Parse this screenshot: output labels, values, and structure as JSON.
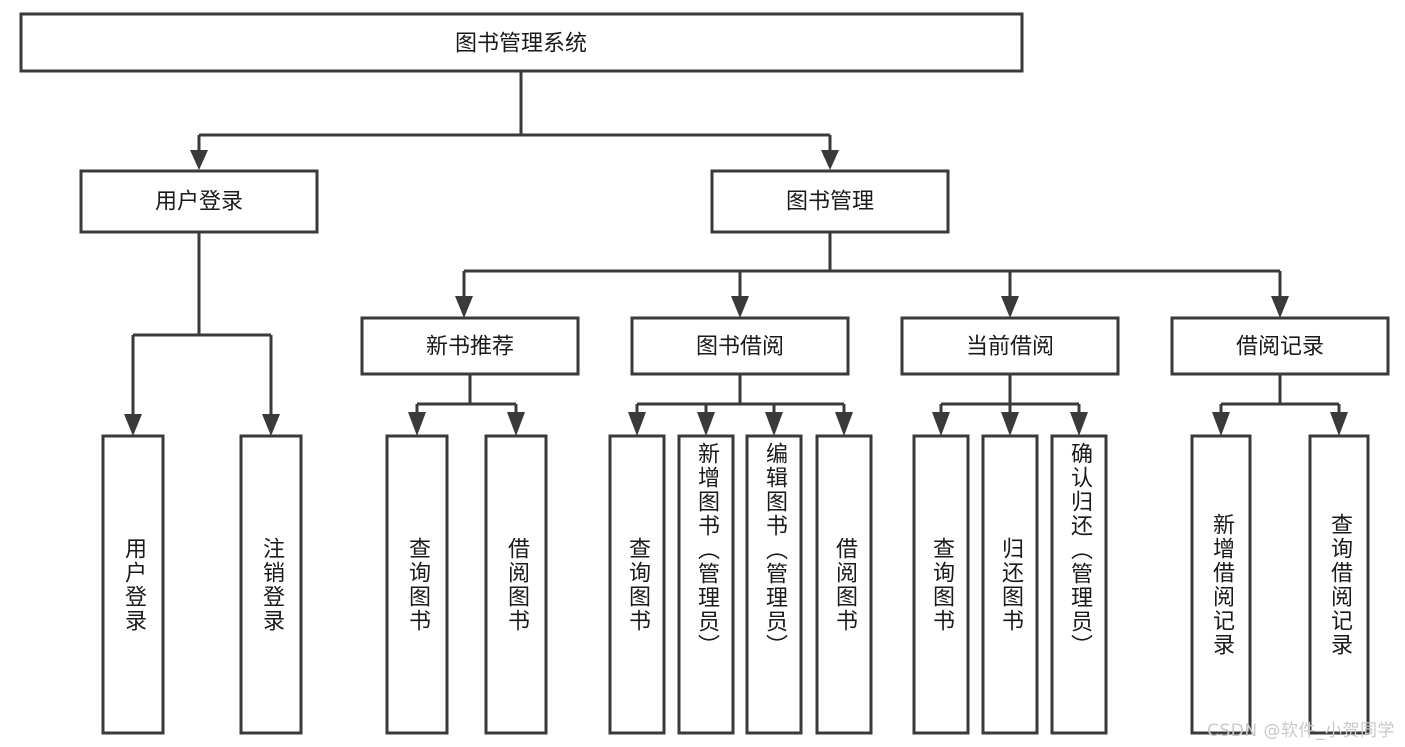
{
  "diagram": {
    "type": "tree-hierarchy",
    "orientation": "top-down",
    "title_node": {
      "id": "root",
      "label": "图书管理系统",
      "text_direction": "horizontal"
    },
    "level1": [
      {
        "id": "n-user-login",
        "label": "用户登录",
        "text_direction": "horizontal"
      },
      {
        "id": "n-book-manage",
        "label": "图书管理",
        "text_direction": "horizontal"
      }
    ],
    "level2": [
      {
        "id": "n-new-book-rec",
        "label": "新书推荐",
        "parent": "n-book-manage",
        "text_direction": "horizontal"
      },
      {
        "id": "n-book-borrow",
        "label": "图书借阅",
        "parent": "n-book-manage",
        "text_direction": "horizontal"
      },
      {
        "id": "n-current-borrow",
        "label": "当前借阅",
        "parent": "n-book-manage",
        "text_direction": "horizontal"
      },
      {
        "id": "n-borrow-record",
        "label": "借阅记录",
        "parent": "n-book-manage",
        "text_direction": "horizontal"
      }
    ],
    "leaves": [
      {
        "id": "leaf-user-login",
        "label": "用户登录",
        "parent": "n-user-login",
        "text_direction": "vertical"
      },
      {
        "id": "leaf-user-logout",
        "label": "注销登录",
        "parent": "n-user-login",
        "text_direction": "vertical"
      },
      {
        "id": "leaf-query-book-1",
        "label": "查询图书",
        "parent": "n-new-book-rec",
        "text_direction": "vertical"
      },
      {
        "id": "leaf-borrow-book-1",
        "label": "借阅图书",
        "parent": "n-new-book-rec",
        "text_direction": "vertical"
      },
      {
        "id": "leaf-query-book-2",
        "label": "查询图书",
        "parent": "n-book-borrow",
        "text_direction": "vertical"
      },
      {
        "id": "leaf-add-book",
        "label": "新增图书（管理员）",
        "parent": "n-book-borrow",
        "text_direction": "vertical"
      },
      {
        "id": "leaf-edit-book",
        "label": "编辑图书（管理员）",
        "parent": "n-book-borrow",
        "text_direction": "vertical"
      },
      {
        "id": "leaf-borrow-book-2",
        "label": "借阅图书",
        "parent": "n-book-borrow",
        "text_direction": "vertical"
      },
      {
        "id": "leaf-query-book-3",
        "label": "查询图书",
        "parent": "n-current-borrow",
        "text_direction": "vertical"
      },
      {
        "id": "leaf-return-book",
        "label": "归还图书",
        "parent": "n-current-borrow",
        "text_direction": "vertical"
      },
      {
        "id": "leaf-confirm-return",
        "label": "确认归还（管理员）",
        "parent": "n-current-borrow",
        "text_direction": "vertical"
      },
      {
        "id": "leaf-add-record",
        "label": "新增借阅记录",
        "parent": "n-borrow-record",
        "text_direction": "vertical"
      },
      {
        "id": "leaf-query-record",
        "label": "查询借阅记录",
        "parent": "n-borrow-record",
        "text_direction": "vertical"
      }
    ],
    "colors": {
      "stroke": "#3a3a3a",
      "fill": "#ffffff",
      "text": "#1a1a1a",
      "background": "#ffffff",
      "watermark": "#c9c9c9"
    }
  },
  "watermark": {
    "text": "CSDN @软件_小贺同学"
  }
}
